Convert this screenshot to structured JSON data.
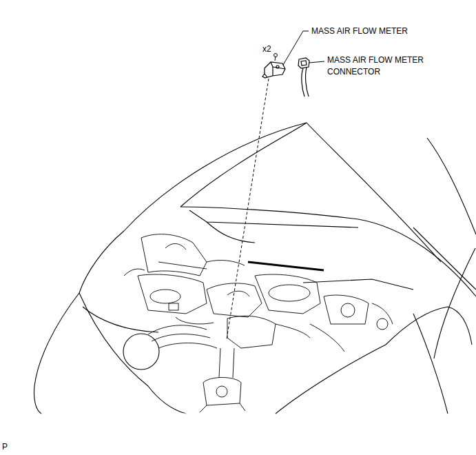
{
  "diagram": {
    "labels": [
      "MASS AIR FLOW METER",
      "x2",
      "MASS AIR FLOW METER CONNECTOR",
      "P"
    ]
  }
}
